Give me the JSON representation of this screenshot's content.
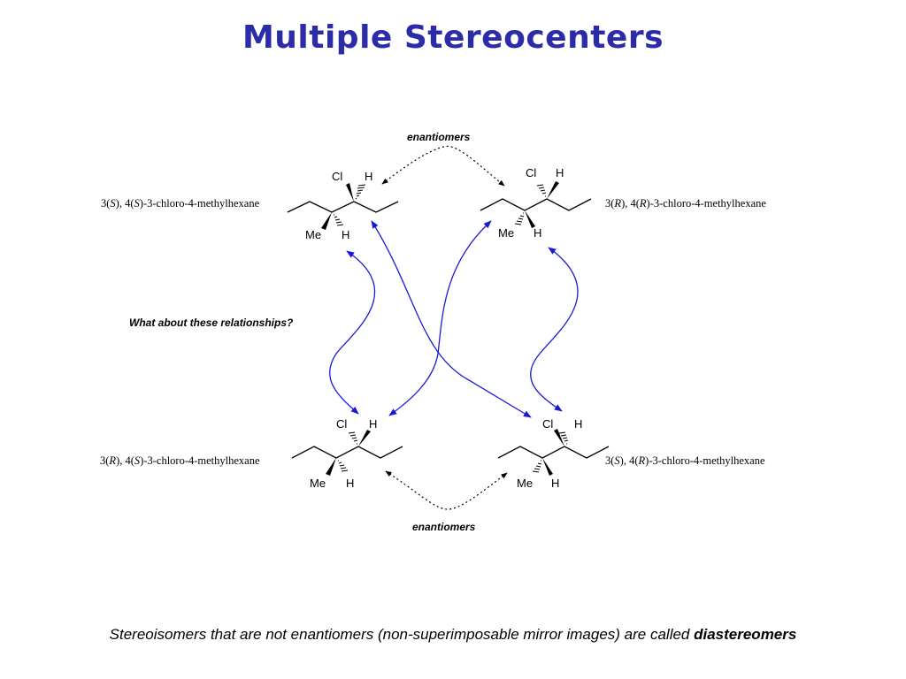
{
  "title": "Multiple Stereocenters",
  "enantiomers_top_label": "enantiomers",
  "enantiomers_bottom_label": "enantiomers",
  "question": "What about these relationships?",
  "footer": {
    "text": "Stereoisomers that are not enantiomers (non-superimposable mirror images) are called ",
    "emphasis": "diastereomers"
  },
  "atoms": {
    "cl": "Cl",
    "h": "H",
    "me": "Me"
  },
  "compounds": {
    "top_left": {
      "c3_num": "3",
      "c3_cfg": "S",
      "c4_num": "4",
      "c4_cfg": "S",
      "suffix": "-3-chloro-4-methylhexane"
    },
    "top_right": {
      "c3_num": "3",
      "c3_cfg": "R",
      "c4_num": "4",
      "c4_cfg": "R",
      "suffix": "-3-chloro-4-methylhexane"
    },
    "bottom_left": {
      "c3_num": "3",
      "c3_cfg": "R",
      "c4_num": "4",
      "c4_cfg": "S",
      "suffix": "-3-chloro-4-methylhexane"
    },
    "bottom_right": {
      "c3_num": "3",
      "c3_cfg": "S",
      "c4_num": "4",
      "c4_cfg": "R",
      "suffix": "-3-chloro-4-methylhexane"
    }
  },
  "colors": {
    "title": "#2c2ca8",
    "arrow_blue": "#1a1ad6",
    "dotted": "#000000"
  }
}
